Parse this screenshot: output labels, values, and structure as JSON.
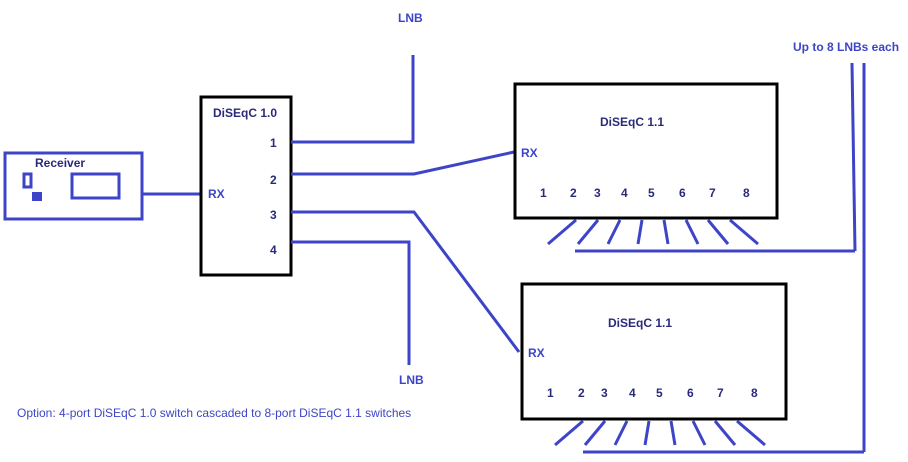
{
  "colors": {
    "line": "#3d44c8",
    "box": "#000000",
    "title_text": "#2a2a7a",
    "label_text": "#3d44c8"
  },
  "receiver": {
    "label": "Receiver"
  },
  "diseqc10": {
    "title": "DiSEqC 1.0",
    "rx_label": "RX",
    "ports": [
      "1",
      "2",
      "3",
      "4"
    ]
  },
  "lnb_top": {
    "label": "LNB"
  },
  "lnb_bottom": {
    "label": "LNB"
  },
  "diseqc11_top": {
    "title": "DiSEqC 1.1",
    "rx_label": "RX",
    "ports": [
      "1",
      "2",
      "3",
      "4",
      "5",
      "6",
      "7",
      "8"
    ]
  },
  "diseqc11_bottom": {
    "title": "DiSEqC 1.1",
    "rx_label": "RX",
    "ports": [
      "1",
      "2",
      "3",
      "4",
      "5",
      "6",
      "7",
      "8"
    ]
  },
  "lnb_group": {
    "label": "Up to 8 LNBs each"
  },
  "caption": {
    "text": "Option: 4-port DiSEqC 1.0 switch cascaded to 8-port DiSEqC 1.1 switches"
  }
}
